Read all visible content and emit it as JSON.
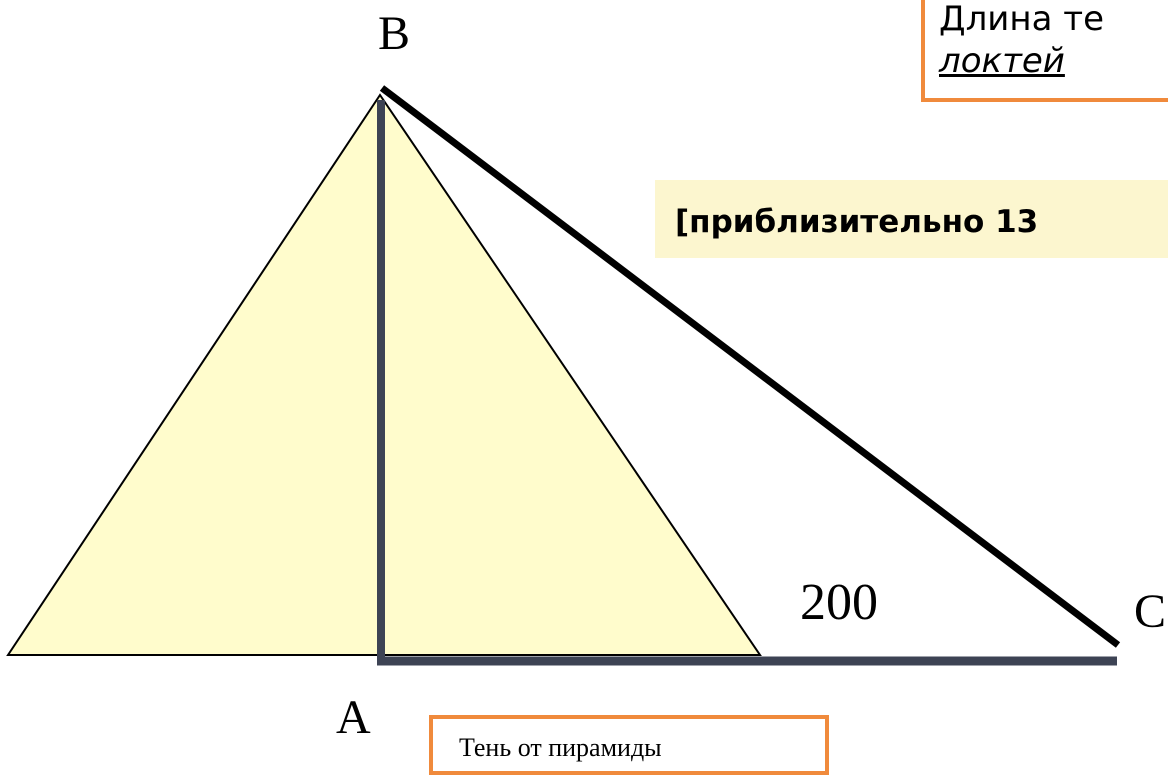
{
  "points": {
    "B": "B",
    "A": "A",
    "C": "C"
  },
  "measure_label": "200",
  "note": {
    "line1": "Длина те",
    "line2": "локтей"
  },
  "approx_text": "[приблизительно 13",
  "shadow_caption": "Тень от пирамиды",
  "colors": {
    "pyramid_fill": "#fffccc",
    "accent_orange": "#f08a3c",
    "shadow_line": "#3d4354",
    "approx_bg": "#fcf6cf"
  }
}
